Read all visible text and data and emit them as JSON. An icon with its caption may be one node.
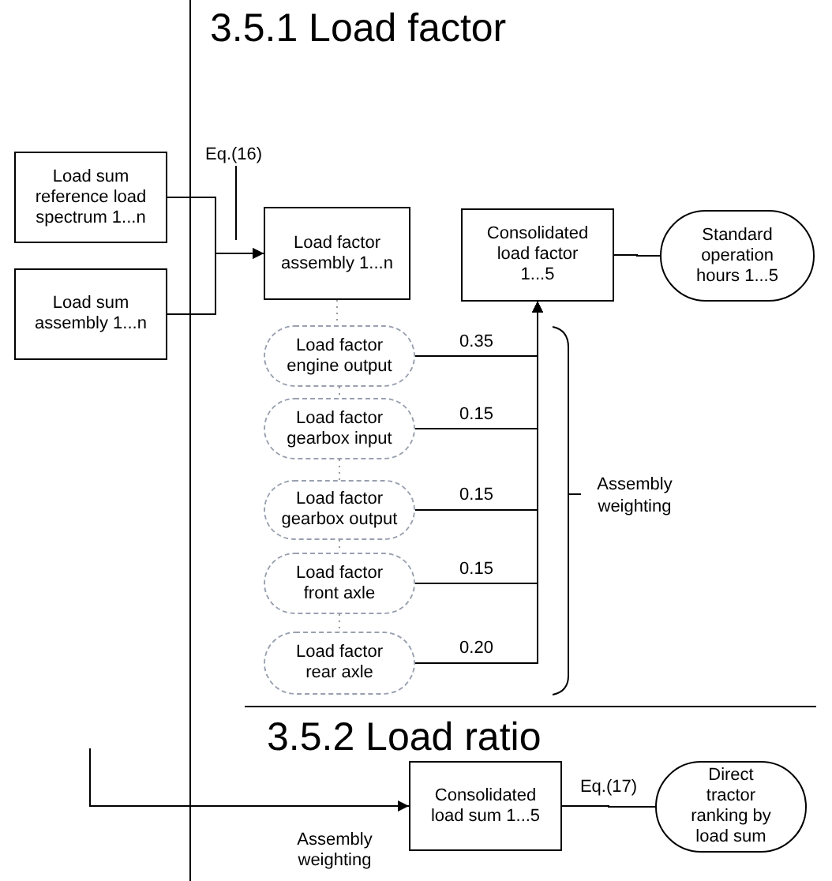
{
  "diagram": {
    "nodes": [
      {
        "text": [
          "Load sum reference load spectrum 1...n"
        ]
      },
      {
        "text": [
          "Load sum assembly 1...n"
        ]
      },
      {
        "text": [
          "Load factor assembly 1...n"
        ]
      },
      {
        "text": [
          "Consolidated load factor 1...5"
        ]
      },
      {
        "text": [
          "Standard operation hours 1...5"
        ]
      },
      {
        "text": [
          "Load factor engine output"
        ]
      },
      {
        "text": [
          "Load factor gearbox input"
        ]
      },
      {
        "text": [
          "Load factor gearbox output"
        ]
      },
      {
        "text": [
          "Load factor front axle"
        ]
      },
      {
        "text": [
          "Load factor rear axle"
        ]
      },
      {
        "text": [
          "Consolidated load sum 1...5"
        ]
      },
      {
        "text": [
          "Direct tractor ranking by load sum"
        ]
      }
    ],
    "edges": [
      {
        "from": 0,
        "to": 2,
        "arrow": "to"
      },
      {
        "from": 1,
        "to": 2,
        "arrow": "to"
      },
      {
        "from": 3,
        "to": 4,
        "arrow": "none"
      },
      {
        "from": 2,
        "to": 5,
        "arrow": "none",
        "style": "dashed",
        "color": "#999999"
      },
      {
        "from": 5,
        "to": 6,
        "arrow": "none",
        "style": "dashed",
        "color": "#999999"
      },
      {
        "from": 6,
        "to": 7,
        "arrow": "none",
        "style": "dashed",
        "color": "#999999"
      },
      {
        "from": 7,
        "to": 8,
        "arrow": "none",
        "style": "dashed",
        "color": "#999999"
      },
      {
        "from": 8,
        "to": 9,
        "arrow": "none",
        "style": "dashed",
        "color": "#999999"
      },
      {
        "from": 5,
        "to": 3,
        "label": "0.35",
        "arrow": "to"
      },
      {
        "from": 6,
        "to": 3,
        "label": "0.15",
        "arrow": "to"
      },
      {
        "from": 7,
        "to": 3,
        "label": "0.15",
        "arrow": "to"
      },
      {
        "from": 8,
        "to": 3,
        "label": "0.15",
        "arrow": "to"
      },
      {
        "from": 9,
        "to": 3,
        "label": "0.20",
        "arrow": "to"
      },
      {
        "from": null,
        "to": 10,
        "label": "Assembly weighting",
        "arrow": "to"
      },
      {
        "from": 10,
        "to": 11,
        "label": "Eq.(17)",
        "arrow": "none"
      }
    ],
    "labels": [
      "3.5.1 Load factor",
      "Eq.(16)",
      "Assembly weighting",
      "3.5.2 Load ratio"
    ]
  }
}
